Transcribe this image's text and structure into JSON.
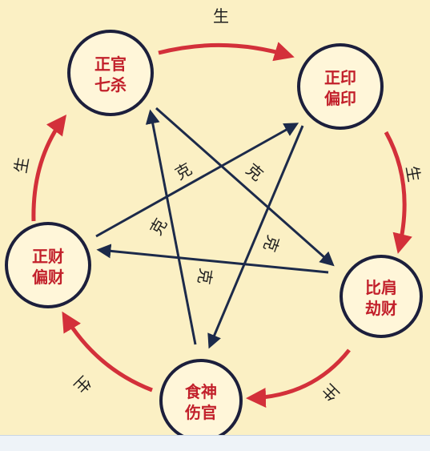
{
  "colors": {
    "background": "#fbf0c4",
    "node_fill": "#fff6d9",
    "node_stroke": "#1c1f3c",
    "node_text": "#c2202b",
    "generate_arrow": "#d3303a",
    "control_arrow": "#1c2a4a",
    "label_text": "#1f1f1f"
  },
  "nodes": {
    "guan": {
      "line1": "正官",
      "line2": "七杀"
    },
    "yin": {
      "line1": "正印",
      "line2": "偏印"
    },
    "bi": {
      "line1": "比肩",
      "line2": "劫财"
    },
    "shi": {
      "line1": "食神",
      "line2": "伤官"
    },
    "cai": {
      "line1": "正财",
      "line2": "偏财"
    }
  },
  "labels": {
    "sheng_top": "生",
    "sheng_right": "生",
    "sheng_bottom_right": "生",
    "sheng_bottom_left": "生",
    "sheng_left": "生",
    "ke_1": "克",
    "ke_2": "克",
    "ke_3": "克",
    "ke_4": "克",
    "ke_5": "克"
  }
}
